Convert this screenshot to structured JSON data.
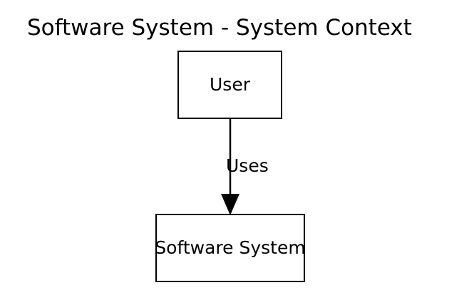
{
  "diagram": {
    "title": "Software System - System Context",
    "nodes": [
      {
        "id": "user",
        "label": "User",
        "shape": "rectangle"
      },
      {
        "id": "software-system",
        "label": "Software System",
        "shape": "rectangle"
      }
    ],
    "edges": [
      {
        "from": "user",
        "to": "software-system",
        "label": "Uses",
        "direction": "down",
        "arrowhead": "filled-triangle"
      }
    ],
    "colors": {
      "background": "#ffffff",
      "node_fill": "#ffffff",
      "node_stroke": "#000000",
      "edge_stroke": "#000000",
      "text": "#000000"
    }
  }
}
